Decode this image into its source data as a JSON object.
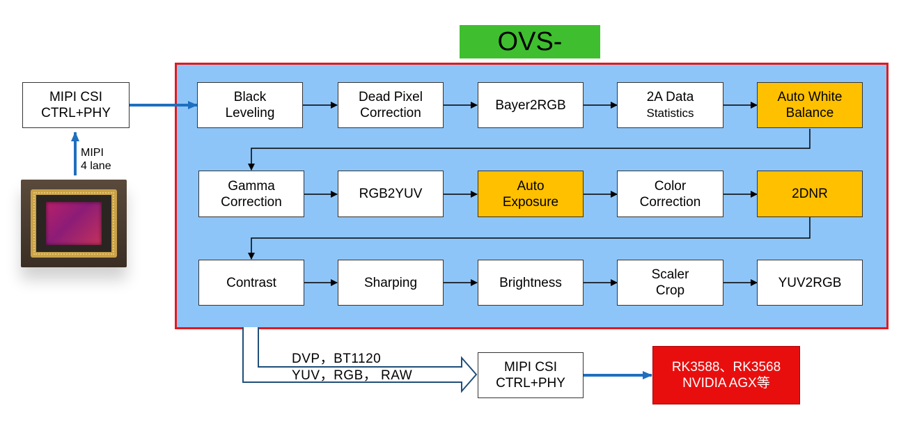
{
  "title": "OVS-ISP001",
  "input": {
    "box_line1": "MIPI CSI",
    "box_line2": "CTRL+PHY",
    "lane_line1": "MIPI",
    "lane_line2": "4 lane"
  },
  "pipeline": {
    "row1": [
      {
        "line1": "Black",
        "line2": "Leveling"
      },
      {
        "line1": "Dead Pixel",
        "line2": "Correction"
      },
      {
        "line1": "Bayer2RGB",
        "line2": ""
      },
      {
        "line1": "2A Data",
        "line2": "Statistics"
      },
      {
        "line1": "Auto White",
        "line2": "Balance"
      }
    ],
    "row2": [
      {
        "line1": "Gamma",
        "line2": "Correction"
      },
      {
        "line1": "RGB2YUV",
        "line2": ""
      },
      {
        "line1": "Auto",
        "line2": "Exposure"
      },
      {
        "line1": "Color",
        "line2": "Correction"
      },
      {
        "line1": "2DNR",
        "line2": ""
      }
    ],
    "row3": [
      {
        "line1": "Contrast",
        "line2": ""
      },
      {
        "line1": "Sharping",
        "line2": ""
      },
      {
        "line1": "Brightness",
        "line2": ""
      },
      {
        "line1": "Scaler",
        "line2": "Crop"
      },
      {
        "line1": "YUV2RGB",
        "line2": ""
      }
    ]
  },
  "output": {
    "format_line1": "DVP，BT1120",
    "format_line2": "YUV，RGB， RAW",
    "box_line1": "MIPI CSI",
    "box_line2": "CTRL+PHY",
    "target_line1": "RK3588、RK3568",
    "target_line2": "NVIDIA AGX等"
  },
  "colors": {
    "title_bg": "#3fbf2f",
    "isp_bg": "#8ec5f8",
    "isp_border": "#e3191d",
    "highlight": "#ffc000",
    "target_bg": "#e90e0e",
    "link_blue": "#1f6fbf"
  }
}
